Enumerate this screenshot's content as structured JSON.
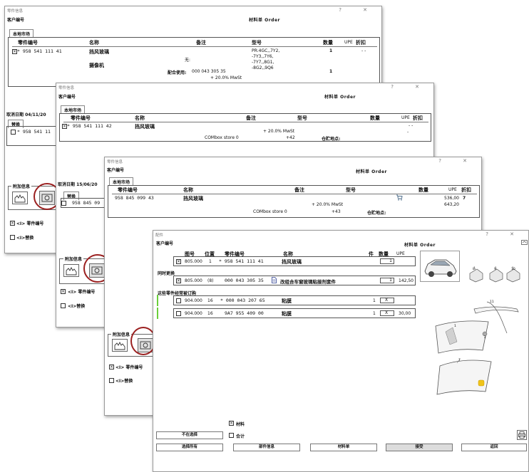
{
  "w1": {
    "title": "零件信息",
    "controls": "? ✕",
    "customer_label": "客户编号",
    "order_label": "材料单 Order",
    "tab": "本地市场",
    "headers": {
      "part": "零件编号",
      "name": "名称",
      "note": "备注",
      "model": "型号",
      "qty": "数量",
      "upe": "UPE",
      "disc": "折扣"
    },
    "row_part": "* 958 541 111 41",
    "row_name": "挡风玻璃",
    "row_qty": "1",
    "row_disc": "- -",
    "model_lines": [
      "PR:4GC,,7Y2,",
      "-7Y3,,7Y6,",
      "-7Y7,,8G1,",
      "-8G2,,9Q6"
    ],
    "none_label": "无:",
    "camera": "摄像机",
    "fit_label": "配合使用:",
    "fit_part": "000 043 305 35",
    "fit_qty": "1",
    "tax": "+ 20.0% MwSt",
    "cancel_date": "取消日期 04/11/20",
    "replace_tab": "替换",
    "replace_part": "* 958 541 11",
    "addl_info": "附加信息",
    "chk_part_no": "<I> 零件编号",
    "chk_replace": "<I>替换"
  },
  "w2": {
    "title": "零件信息",
    "controls": "? ✕",
    "customer_label": "客户编号",
    "order_label": "材料单 Order",
    "tab": "本地市场",
    "headers": {
      "part": "零件编号",
      "name": "名称",
      "note": "备注",
      "model": "型号",
      "qty": "数量",
      "upe": "UPE",
      "disc": "折扣"
    },
    "row_part": "* 958 541 111 42",
    "row_name": "挡风玻璃",
    "row_disc": "- -",
    "row_dash": "-",
    "tax": "+ 20.0% MwSt",
    "store": "COMbox store 0",
    "store_no": "+42",
    "store_loc": "仓贮地点:",
    "cancel_date": "取消日期 15/06/20",
    "replace_tab": "替换",
    "replace_part": "958 845 09",
    "addl_info": "附加信息",
    "chk_part_no": "<I> 零件编号",
    "chk_replace": "<I>替换"
  },
  "w3": {
    "title": "零件信息",
    "controls": "? ✕",
    "customer_label": "客户编号",
    "order_label": "材料单 Order",
    "tab": "本地市场",
    "headers": {
      "part": "零件编号",
      "name": "名称",
      "note": "备注",
      "model": "型号",
      "qty": "数量",
      "upe": "UPE",
      "disc": "折扣"
    },
    "row_part": "958 845 099 43",
    "row_name": "挡风玻璃",
    "row_price": "536,00",
    "row_disc": "7",
    "row_price2": "643,20",
    "tax": "+ 20.0% MwSt",
    "store": "COMbox store 0",
    "store_no": "+43",
    "store_loc": "仓贮地点:",
    "addl_info": "附加信息",
    "chk_part_no": "<I> 零件编号",
    "chk_replace": "<I>替换"
  },
  "w4": {
    "title": "配件",
    "controls": "? ✕",
    "customer_label": "客户编号",
    "order_label": "材料单 Order",
    "headers": {
      "illus": "图号",
      "pos": "位置",
      "part": "零件编号",
      "name": "名称",
      "pcs": "件",
      "qty": "数量",
      "upe": "UPE"
    },
    "main_row": {
      "illus": "805.000",
      "pos": "1",
      "part": "* 958 541 111 41",
      "name": "挡风玻璃",
      "qty": "1"
    },
    "together_label": "同时更换",
    "together_row": {
      "illus": "805.000",
      "pos": "(8)",
      "part": "000 043 305 35",
      "name": "改组合车窗玻璃粘接剂套件",
      "qty": "1",
      "upe": "142,50"
    },
    "often_label": "这些零件经常被订购",
    "often_rows": [
      {
        "illus": "904.000",
        "pos": "16",
        "part": "* 000 043 207 65",
        "name": "粘膜",
        "pcs": "1",
        "qty": "X"
      },
      {
        "illus": "904.000",
        "pos": "16",
        "part": "9A7 955 409 00",
        "name": "粘膜",
        "pcs": "1",
        "qty": "X",
        "upe": "30,00"
      }
    ],
    "diagram_labels": [
      "1",
      "2",
      "7",
      "8",
      "9",
      "10",
      "11"
    ],
    "chk_material": "材料",
    "not_selected": "不在选择",
    "chk_total": "合计",
    "buttons": [
      "选择所有",
      "部件信息",
      "材料单",
      "接受",
      "返回"
    ]
  },
  "colors": {
    "highlight_circle": "#9b2020",
    "green_bar": "#6bcf3a",
    "badge": "#f0c419"
  }
}
